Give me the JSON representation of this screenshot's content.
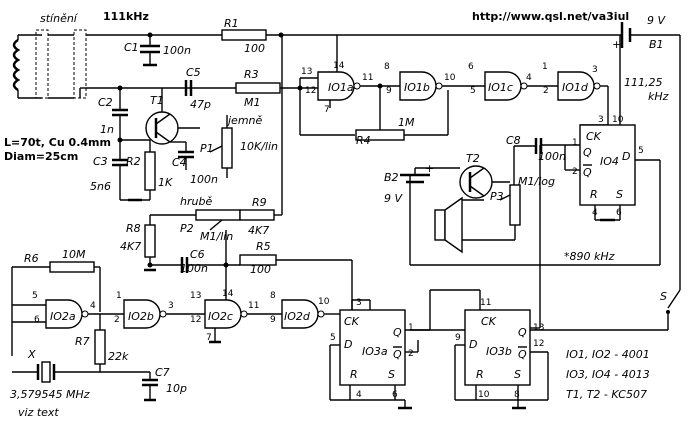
{
  "header": {
    "freq_title": "111kHz",
    "url": "http://www.qsl.net/va3iul",
    "shield_label": "stínění"
  },
  "coil_note": {
    "line1": "L=70t, Cu 0.4mm",
    "line2": "Diam=25cm"
  },
  "battery_b1": {
    "label": "B1",
    "voltage": "9 V",
    "plus": "+",
    "minus": "-"
  },
  "battery_b2": {
    "label": "B2",
    "voltage": "9 V",
    "plus": "+",
    "minus": "-"
  },
  "components": {
    "r1": {
      "ref": "R1",
      "value": "100"
    },
    "c1": {
      "ref": "C1",
      "value": "100n"
    },
    "c5": {
      "ref": "C5",
      "value": "47p"
    },
    "r3": {
      "ref": "R3",
      "value": "M1"
    },
    "c2": {
      "ref": "C2",
      "value": "1n"
    },
    "c3": {
      "ref": "C3",
      "value": "5n6"
    },
    "r2": {
      "ref": "R2",
      "value": "1K"
    },
    "c4": {
      "ref": "C4",
      "value": "100n"
    },
    "t1": {
      "ref": "T1"
    },
    "p1": {
      "ref": "P1",
      "name": "jemně",
      "value": "10K/lin"
    },
    "r4": {
      "ref": "R4",
      "value": "1M"
    },
    "p2": {
      "ref": "P2",
      "name": "hrubě",
      "value": "M1/lin"
    },
    "r9": {
      "ref": "R9",
      "value": "4K7"
    },
    "r8": {
      "ref": "R8",
      "value": "4K7"
    },
    "c6": {
      "ref": "C6",
      "value": "100n"
    },
    "r5": {
      "ref": "R5",
      "value": "100"
    },
    "r6": {
      "ref": "R6",
      "value": "10M"
    },
    "r7": {
      "ref": "R7",
      "value": "22k"
    },
    "c7": {
      "ref": "C7",
      "value": "10p"
    },
    "x": {
      "ref": "X",
      "value": "3,579545 MHz",
      "note": "viz text"
    },
    "c8": {
      "ref": "C8",
      "value": "100n"
    },
    "t2": {
      "ref": "T2"
    },
    "p3": {
      "ref": "P3",
      "value": "M1/log"
    },
    "s": {
      "ref": "S"
    }
  },
  "gates": {
    "io1a": {
      "ref": "IO1a",
      "pins": [
        "13",
        "12",
        "11",
        "14",
        "7"
      ]
    },
    "io1b": {
      "ref": "IO1b",
      "pins": [
        "8",
        "9",
        "10"
      ]
    },
    "io1c": {
      "ref": "IO1c",
      "pins": [
        "6",
        "5",
        "4"
      ]
    },
    "io1d": {
      "ref": "IO1d",
      "pins": [
        "1",
        "2",
        "3"
      ]
    },
    "io2a": {
      "ref": "IO2a",
      "pins": [
        "5",
        "6",
        "4"
      ]
    },
    "io2b": {
      "ref": "IO2b",
      "pins": [
        "1",
        "2",
        "3"
      ]
    },
    "io2c": {
      "ref": "IO2c",
      "pins": [
        "13",
        "12",
        "11",
        "14",
        "7"
      ]
    },
    "io2d": {
      "ref": "IO2d",
      "pins": [
        "8",
        "9",
        "10"
      ]
    }
  },
  "flipflops": {
    "io4": {
      "ref": "IO4",
      "pins": [
        "1",
        "2",
        "3",
        "4",
        "5",
        "6",
        "10"
      ]
    },
    "io3a": {
      "ref": "IO3a",
      "pins": [
        "3",
        "5",
        "4",
        "6",
        "1",
        "2"
      ]
    },
    "io3b": {
      "ref": "IO3b",
      "pins": [
        "11",
        "9",
        "10",
        "8",
        "13",
        "12"
      ]
    },
    "labels": {
      "ck": "CK",
      "q": "Q",
      "qn": "Q",
      "d": "D",
      "r": "R",
      "s": "S"
    }
  },
  "freq_labels": {
    "out1": "111,25",
    "out1_unit": "kHz",
    "out2": "*890 kHz"
  },
  "legend": [
    "IO1, IO2 - 4001",
    "IO3, IO4 - 4013",
    "T1, T2 - KC507"
  ]
}
